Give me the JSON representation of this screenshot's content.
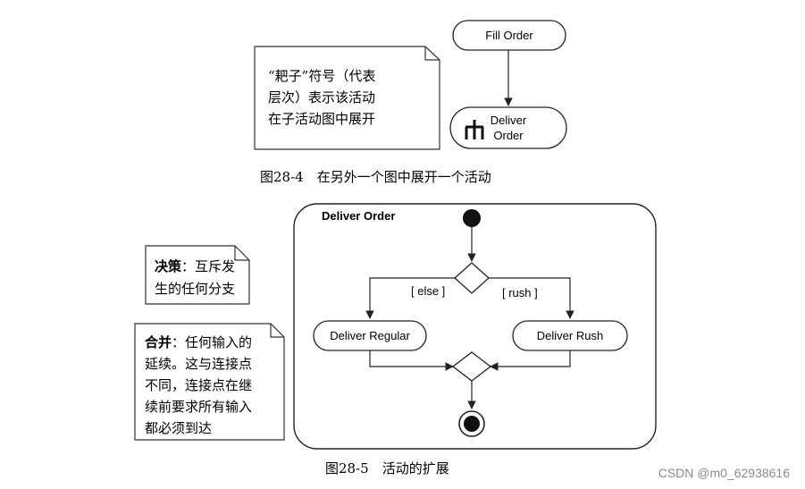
{
  "figure_4": {
    "fill_order": "Fill Order",
    "deliver_order_line1": "Deliver",
    "deliver_order_line2": "Order",
    "note_line1": "“耙子”符号（代表",
    "note_line2": "层次）表示该活动",
    "note_line3": "在子活动图中展开",
    "caption": "图28-4　在另外一个图中展开一个活动"
  },
  "figure_5": {
    "frame_title": "Deliver Order",
    "guard_else": "[ else ]",
    "guard_rush": "[ rush ]",
    "deliver_regular": "Deliver Regular",
    "deliver_rush": "Deliver Rush",
    "note_decision_bold": "决策",
    "note_decision_rest": "：互斥发",
    "note_decision_line2": "生的任何分支",
    "note_merge_bold": "合并",
    "note_merge_rest": "：任何输入的",
    "note_merge_line2": "延续。这与连接点",
    "note_merge_line3": "不同，连接点在继",
    "note_merge_line4": "续前要求所有输入",
    "note_merge_line5": "都必须到达",
    "caption": "图28-5　活动的扩展"
  },
  "watermark": "CSDN @m0_62938616"
}
